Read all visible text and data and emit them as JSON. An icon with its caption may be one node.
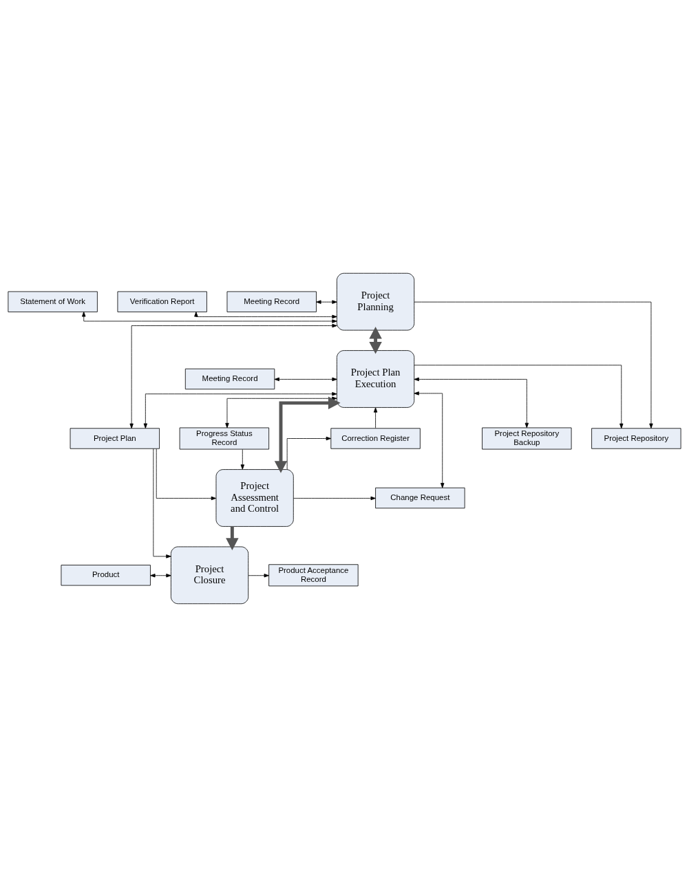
{
  "diagram": {
    "nodes": [
      {
        "text": [
          "Statement of Work"
        ]
      },
      {
        "text": [
          "Project Planning"
        ]
      },
      {
        "text": [
          "Verification Report"
        ]
      },
      {
        "text": [
          "Meeting Record"
        ]
      },
      {
        "text": [
          "Project Repository"
        ]
      },
      {
        "text": [
          "Project Repository Backup"
        ]
      },
      {
        "text": [
          "Meeting Record"
        ]
      },
      {
        "text": [
          "Project Plan Execution"
        ]
      },
      {
        "text": [
          "Correction Register"
        ]
      },
      {
        "text": [
          "Progress Status Record"
        ]
      },
      {
        "text": [
          "Project Plan"
        ]
      },
      {
        "text": [
          "Project Assessment and Control"
        ]
      },
      {
        "text": [
          "Change Request"
        ]
      },
      {
        "text": [
          "Project Closure"
        ]
      },
      {
        "text": [
          "Product"
        ]
      },
      {
        "text": [
          "Product Acceptance Record"
        ]
      }
    ],
    "edges": [
      {
        "from": 0,
        "to": 1,
        "arrow": "both"
      },
      {
        "from": 2,
        "to": 1,
        "arrow": "both"
      },
      {
        "from": 3,
        "to": 1,
        "arrow": "both"
      },
      {
        "from": 1,
        "to": 4,
        "arrow": "to"
      },
      {
        "from": 1,
        "to": 10,
        "arrow": "both"
      },
      {
        "from": 1,
        "to": 7,
        "arrow": "both",
        "style": "thick"
      },
      {
        "from": 7,
        "to": 4,
        "arrow": "to"
      },
      {
        "from": 7,
        "to": 5,
        "arrow": "both"
      },
      {
        "from": 6,
        "to": 7,
        "arrow": "both"
      },
      {
        "from": 7,
        "to": 12,
        "arrow": "both"
      },
      {
        "from": 8,
        "to": 7,
        "arrow": "to"
      },
      {
        "from": 7,
        "to": 10,
        "arrow": "both"
      },
      {
        "from": 7,
        "to": 9,
        "arrow": "both"
      },
      {
        "from": 7,
        "to": 11,
        "arrow": "both",
        "style": "thick"
      },
      {
        "from": 11,
        "to": 8,
        "arrow": "to"
      },
      {
        "from": 11,
        "to": 12,
        "arrow": "to"
      },
      {
        "from": 9,
        "to": 11,
        "arrow": "to"
      },
      {
        "from": 10,
        "to": 11,
        "arrow": "to"
      },
      {
        "from": 11,
        "to": 13,
        "arrow": "to",
        "style": "thick"
      },
      {
        "from": 10,
        "to": 13,
        "arrow": "to"
      },
      {
        "from": 14,
        "to": 13,
        "arrow": "both"
      },
      {
        "from": 13,
        "to": 15,
        "arrow": "to"
      }
    ]
  }
}
